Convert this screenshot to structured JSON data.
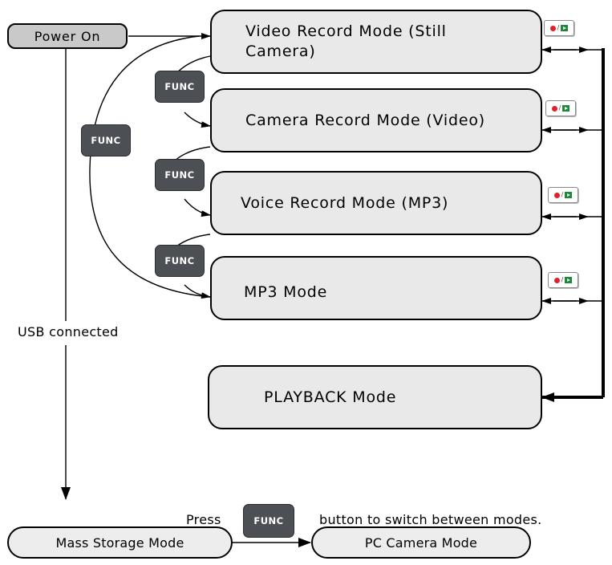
{
  "nodes": {
    "power_on": "Power On",
    "video_record": "Video Record Mode (Still Camera)",
    "camera_record": "Camera Record Mode (Video)",
    "voice_record": "Voice Record Mode (MP3)",
    "mp3": "MP3 Mode",
    "playback": "PLAYBACK Mode",
    "mass_storage": "Mass Storage Mode",
    "pc_camera": "PC Camera Mode"
  },
  "func_label": "FUNC",
  "usb_label": "USB connected",
  "note": {
    "prefix": "Press",
    "suffix": "button to switch between modes."
  },
  "record_play_button": {
    "icons": [
      "record-dot-icon",
      "play-icon"
    ],
    "separator": "/"
  }
}
